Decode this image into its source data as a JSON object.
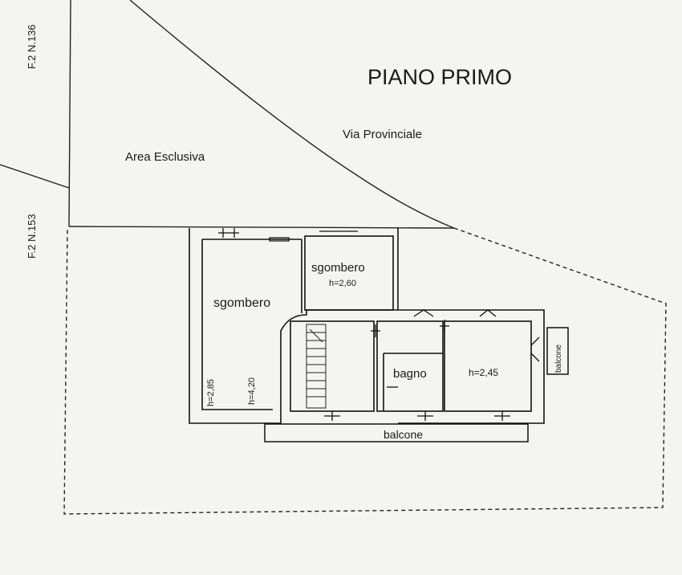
{
  "plan": {
    "title": "PIANO PRIMO",
    "road": "Via Provinciale",
    "area": "Area Esclusiva",
    "parcel_top": "F.2 N.136",
    "parcel_bottom": "F.2 N.153",
    "rooms": {
      "sgombero_large": "sgombero",
      "sgombero_small": "sgombero",
      "bagno": "bagno"
    },
    "heights": {
      "sgombero_small": "h=2,60",
      "room_right": "h=2,45",
      "sgombero_large_a": "h=2,85",
      "sgombero_large_b": "h=4,20"
    },
    "balcone_bottom": "balcone",
    "balcone_side": "balcone"
  }
}
